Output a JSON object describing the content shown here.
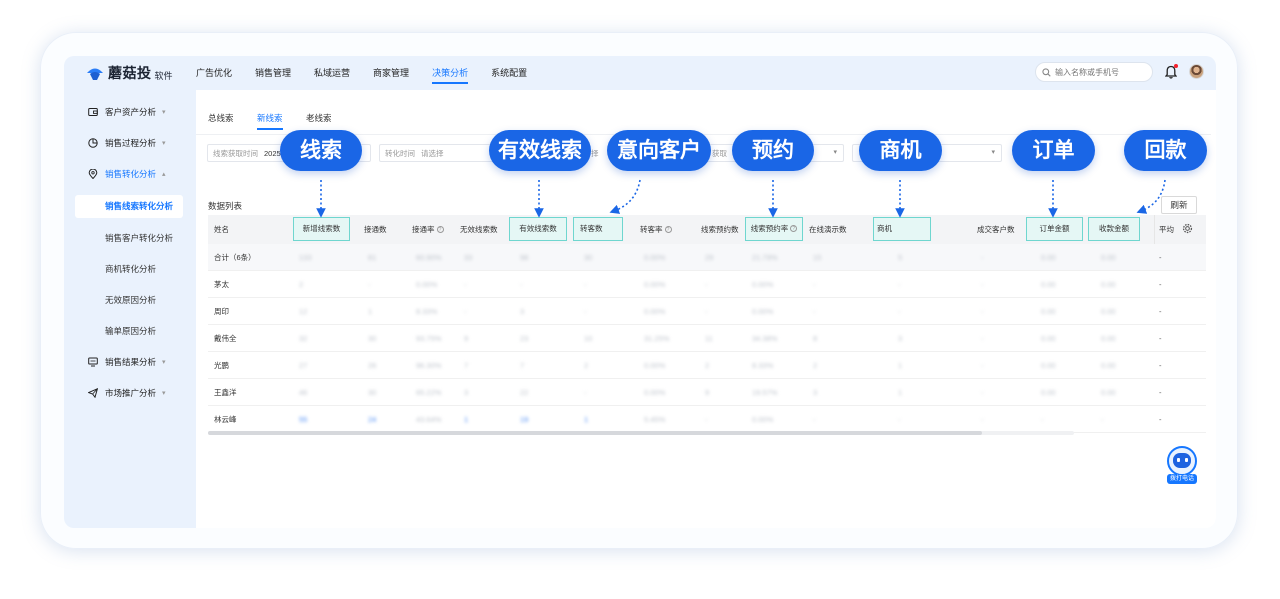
{
  "brand": {
    "name": "蘑菇投",
    "sub": "软件",
    "accent": "#1677ff",
    "callout_color": "#1a66e6",
    "highlight_color": "#6fd6cf"
  },
  "nav": [
    "广告优化",
    "销售管理",
    "私域运营",
    "商家管理",
    "决策分析",
    "系统配置"
  ],
  "nav_active": "决策分析",
  "search": {
    "placeholder": "输入名称或手机号"
  },
  "sidebar": {
    "groups": [
      {
        "label": "客户资产分析",
        "icon": "wallet-icon"
      },
      {
        "label": "销售过程分析",
        "icon": "pie-chart-icon"
      },
      {
        "label": "销售转化分析",
        "icon": "location-pin-icon"
      },
      {
        "label": "销售结果分析",
        "icon": "monitor-icon"
      },
      {
        "label": "市场推广分析",
        "icon": "paper-plane-icon"
      }
    ],
    "sub_items": [
      "销售线索转化分析",
      "销售客户转化分析",
      "商机转化分析",
      "无效原因分析",
      "输单原因分析"
    ]
  },
  "tabs": [
    "总线索",
    "新线索",
    "老线索"
  ],
  "filters": {
    "lead_time_label": "线索获取时间",
    "lead_time_value": "2025",
    "convert_time_label": "转化时间",
    "convert_time_placeholder": "请选择",
    "partial_1": "择",
    "partial_2": "获取"
  },
  "list": {
    "title": "数据列表",
    "refresh": "刷新"
  },
  "table": {
    "columns": [
      "姓名",
      "新增线索数",
      "接通数",
      "接通率",
      "无效线索数",
      "有效线索数",
      "转客数",
      "转客率",
      "线索预约数",
      "线索预约率",
      "在线演示数",
      "商机",
      "成交客户数",
      "订单金额",
      "收款金额",
      "平均"
    ],
    "rows": [
      {
        "name": "合计（6条）",
        "cells": [
          "133",
          "81",
          "60.90%",
          "33",
          "98",
          "30",
          "0.00%",
          "29",
          "21.79%",
          "15",
          "5",
          "-",
          "0.00",
          "0.00",
          "-"
        ]
      },
      {
        "name": "茅太",
        "cells": [
          "2",
          "-",
          "0.00%",
          "-",
          "-",
          "-",
          "0.00%",
          "-",
          "0.00%",
          "-",
          "-",
          "-",
          "0.00",
          "0.00",
          "-"
        ]
      },
      {
        "name": "周印",
        "cells": [
          "12",
          "1",
          "8.33%",
          "-",
          "3",
          "-",
          "0.00%",
          "-",
          "0.00%",
          "-",
          "-",
          "-",
          "0.00",
          "0.00",
          "-"
        ]
      },
      {
        "name": "戴伟全",
        "cells": [
          "32",
          "30",
          "93.75%",
          "9",
          "23",
          "10",
          "31.25%",
          "11",
          "34.38%",
          "8",
          "3",
          "-",
          "0.00",
          "0.00",
          "-"
        ]
      },
      {
        "name": "光鹏",
        "cells": [
          "27",
          "26",
          "96.30%",
          "7",
          "7",
          "2",
          "0.00%",
          "2",
          "8.33%",
          "2",
          "1",
          "-",
          "0.00",
          "0.00",
          "-"
        ]
      },
      {
        "name": "王鑫洋",
        "cells": [
          "46",
          "30",
          "65.22%",
          "3",
          "22",
          "-",
          "0.00%",
          "9",
          "19.57%",
          "3",
          "1",
          "-",
          "0.00",
          "0.00",
          "-"
        ]
      },
      {
        "name": "林云峰",
        "cells": [
          "55",
          "24",
          "43.64%",
          "1",
          "19",
          "1",
          "5.45%",
          "-",
          "0.00%",
          "-",
          "-",
          "-",
          "-",
          "-",
          "-"
        ]
      }
    ]
  },
  "callouts": [
    "线索",
    "有效线索",
    "意向客户",
    "预约",
    "商机",
    "订单",
    "回款"
  ],
  "call_button": "拨打电话"
}
